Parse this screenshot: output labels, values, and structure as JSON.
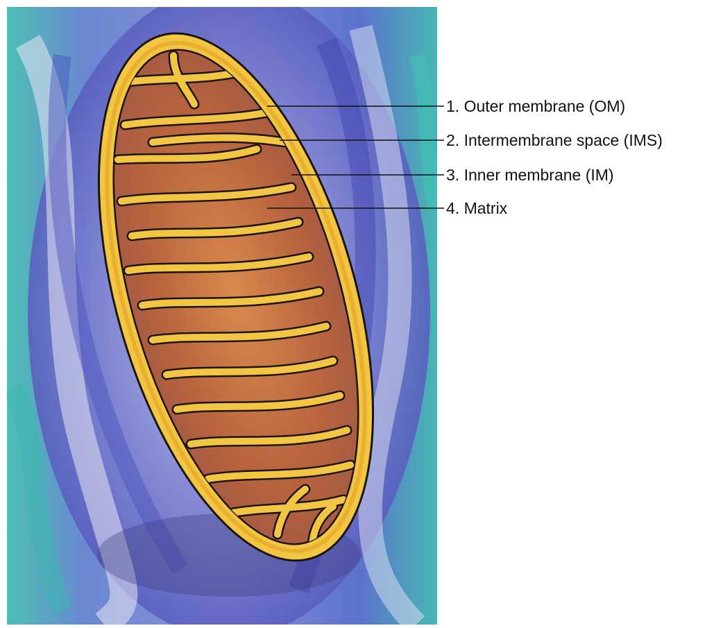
{
  "labels": [
    {
      "text": "1. Outer membrane (OM)"
    },
    {
      "text": "2. Intermembrane space (IMS)"
    },
    {
      "text": "3. Inner membrane (IM)"
    },
    {
      "text": "4. Matrix"
    }
  ],
  "colors": {
    "background_wash": "#5a5fc4",
    "background_teal": "#3fb5ae",
    "membrane_yellow": "#f2c542",
    "matrix": "#c9753f",
    "outline": "#1a1410",
    "leader_line": "#111111"
  }
}
